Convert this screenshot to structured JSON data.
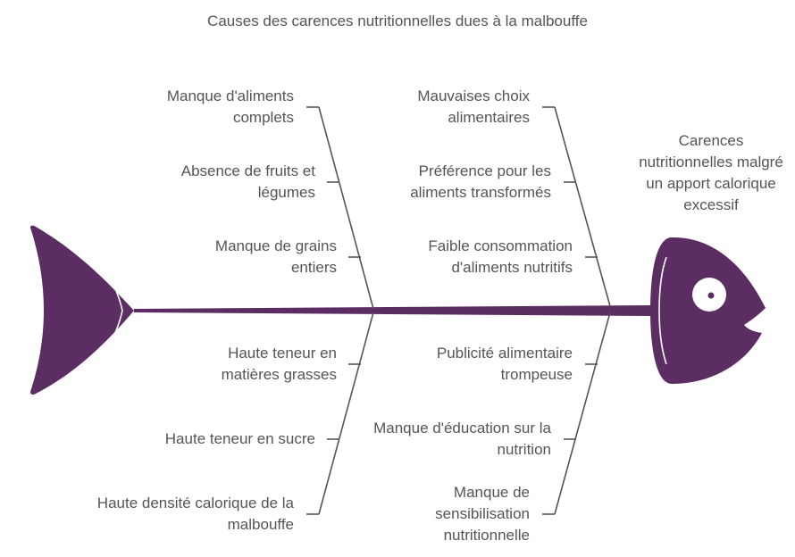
{
  "title": "Causes des carences nutritionnelles dues à la malbouffe",
  "effect": "Carences nutritionnelles malgré un apport calorique excessif",
  "colors": {
    "fish": "#5b2d63",
    "bone": "#555555",
    "text": "#555555"
  },
  "causes": {
    "top_left": [
      "Manque d'aliments complets",
      "Absence de fruits et légumes",
      "Manque de grains entiers"
    ],
    "top_right": [
      "Mauvaises choix alimentaires",
      "Préférence pour les aliments transformés",
      "Faible consommation d'aliments nutritifs"
    ],
    "bottom_left": [
      "Haute teneur en matières grasses",
      "Haute teneur en sucre",
      "Haute densité calorique de la malbouffe"
    ],
    "bottom_right": [
      "Publicité alimentaire trompeuse",
      "Manque d'éducation sur la nutrition",
      "Manque de sensibilisation nutritionnelle"
    ]
  }
}
